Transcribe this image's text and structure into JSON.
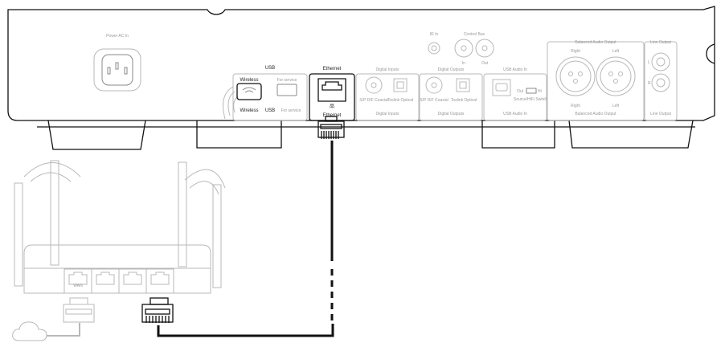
{
  "amplifier": {
    "power": "Power AC In",
    "ir_in": "IR In",
    "control_bus": "Control Bus",
    "control_in": "In",
    "control_out": "Out",
    "usb_group": "USB",
    "wireless_label": "Wireless",
    "usb_label": "USB",
    "usb_service": "For service",
    "ethernet_top": "Ethernet",
    "ethernet": "Ethernet",
    "digital_inputs": "Digital Inputs",
    "digital_outputs": "Digital Outputs",
    "coax": "S/P DIF Coaxial",
    "optical": "Toslink Optical",
    "usb_audio_in": "USB Audio In",
    "switch_out": "Out",
    "switch_hi": "Hi",
    "switch_label": "Source/HiFi Switch",
    "balanced": "Balanced Audio Output",
    "right": "Right",
    "left": "Left",
    "line_output": "Line Output",
    "line_l": "L",
    "line_r": "R"
  },
  "router": {
    "wan": "WAN"
  },
  "colors": {
    "active": "#111111",
    "inactive": "#b8b8b8"
  }
}
